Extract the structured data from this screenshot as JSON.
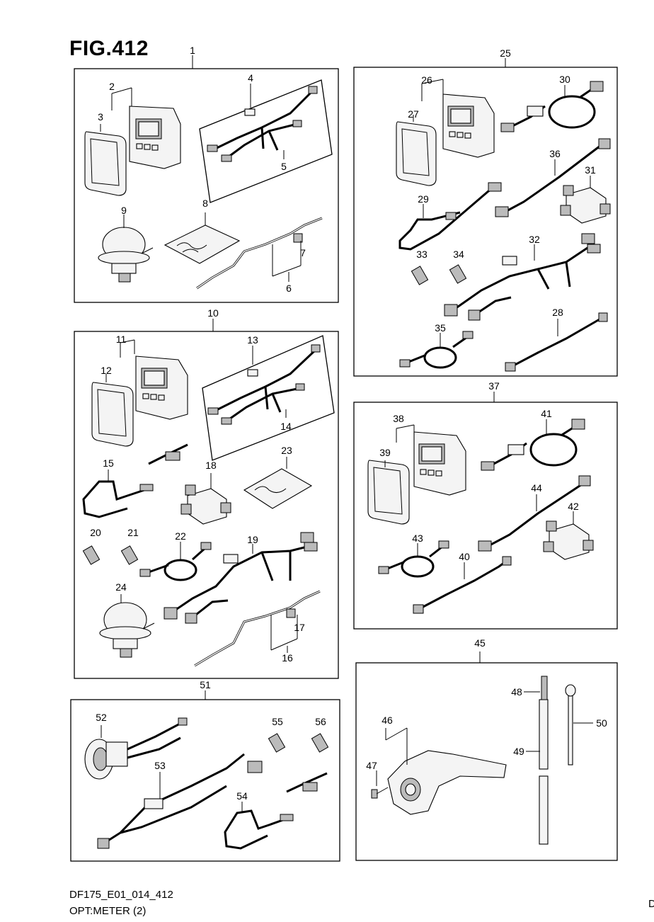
{
  "figure": {
    "title": "FIG.412",
    "footer_code": "DF175_E01_014_412",
    "footer_subtitle": "OPT:METER (2)",
    "corner_mark": "D"
  },
  "callouts": {
    "n1": "1",
    "n2": "2",
    "n3": "3",
    "n4": "4",
    "n5": "5",
    "n6": "6",
    "n7": "7",
    "n8": "8",
    "n9": "9",
    "n10": "10",
    "n11": "11",
    "n12": "12",
    "n13": "13",
    "n14": "14",
    "n15": "15",
    "n16": "16",
    "n17": "17",
    "n18": "18",
    "n19": "19",
    "n20": "20",
    "n21": "21",
    "n22": "22",
    "n23": "23",
    "n24": "24",
    "n25": "25",
    "n26": "26",
    "n27": "27",
    "n28": "28",
    "n29": "29",
    "n30": "30",
    "n31": "31",
    "n32": "32",
    "n33": "33",
    "n34": "34",
    "n35": "35",
    "n36": "36",
    "n37": "37",
    "n38": "38",
    "n39": "39",
    "n40": "40",
    "n41": "41",
    "n42": "42",
    "n43": "43",
    "n44": "44",
    "n45": "45",
    "n46": "46",
    "n47": "47",
    "n48": "48",
    "n49": "49",
    "n50": "50",
    "n51": "51",
    "n52": "52",
    "n53": "53",
    "n54": "54",
    "n55": "55",
    "n56": "56"
  }
}
